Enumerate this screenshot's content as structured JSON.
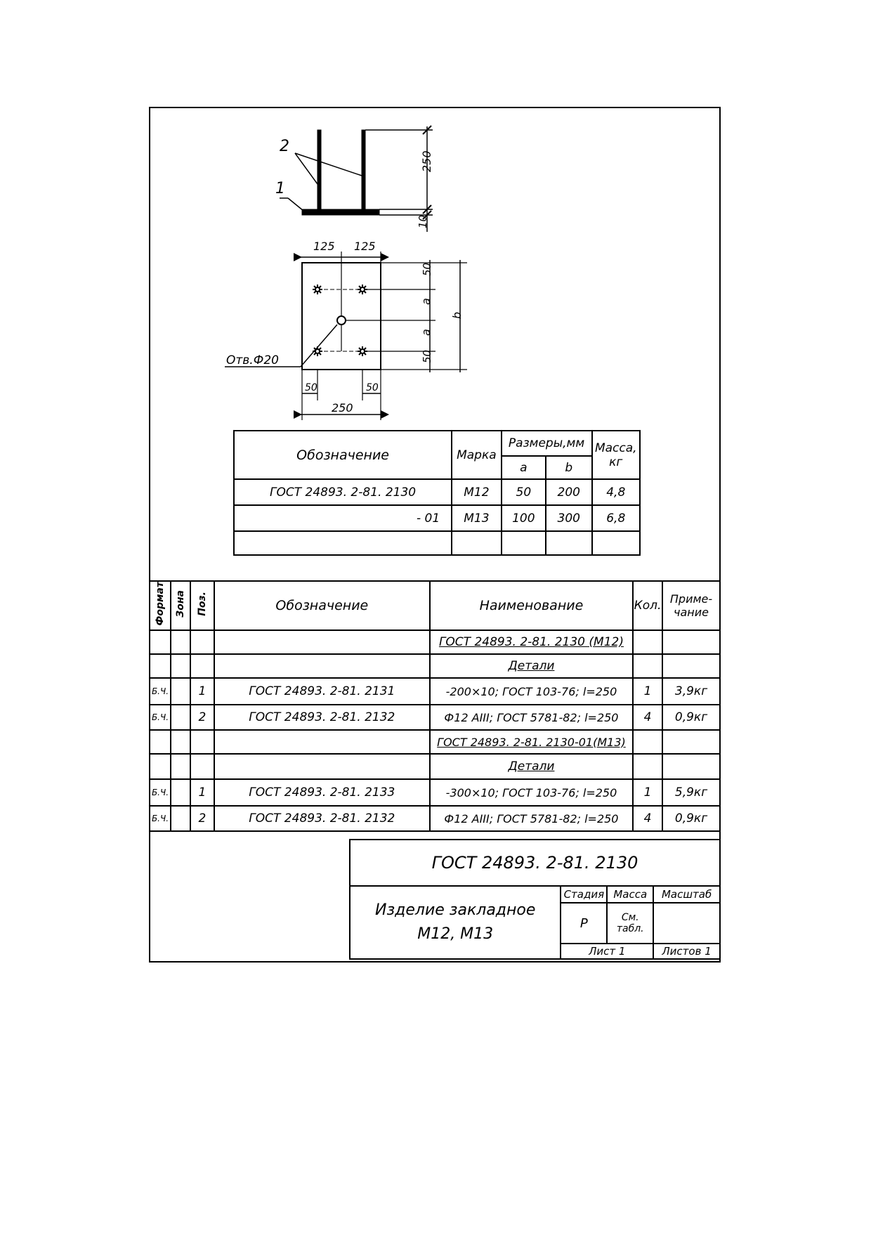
{
  "drawing": {
    "side_view": {
      "callout_1": "1",
      "callout_2": "2",
      "dim_height": "250",
      "dim_plate": "10"
    },
    "plan_view": {
      "dim_125_left": "125",
      "dim_125_right": "125",
      "dim_50_top": "50",
      "dim_a_1": "a",
      "dim_a_2": "a",
      "dim_50_bottom": "50",
      "dim_b": "b",
      "dim_50_left": "50",
      "dim_50_right": "50",
      "dim_250": "250",
      "hole_label": "Отв.Ф20"
    }
  },
  "size_table": {
    "headers": {
      "designation": "Обозначение",
      "mark": "Марка",
      "sizes": "Размеры,мм",
      "a": "a",
      "b": "b",
      "mass": "Масса, кг"
    },
    "rows": [
      {
        "designation": "ГОСТ 24893. 2-81. 2130",
        "mark": "М12",
        "a": "50",
        "b": "200",
        "mass": "4,8"
      },
      {
        "designation": "- 01",
        "mark": "М13",
        "a": "100",
        "b": "300",
        "mass": "6,8"
      },
      {
        "designation": "",
        "mark": "",
        "a": "",
        "b": "",
        "mass": ""
      }
    ]
  },
  "spec_table": {
    "headers": {
      "format": "Формат",
      "zone": "Зона",
      "pos": "Поз.",
      "designation": "Обозначение",
      "name": "Наименование",
      "qty": "Кол.",
      "note": "Приме- чание"
    },
    "rows": [
      {
        "format": "",
        "pos": "",
        "designation": "",
        "name": "ГОСТ 24893. 2-81. 2130 (М12)",
        "qty": "",
        "note": "",
        "name_style": "underline"
      },
      {
        "format": "",
        "pos": "",
        "designation": "",
        "name": "Детали",
        "qty": "",
        "note": "",
        "name_style": "underline"
      },
      {
        "format": "Б.Ч.",
        "pos": "1",
        "designation": "ГОСТ 24893. 2-81. 2131",
        "name": "-200×10; ГОСТ 103-76; l=250",
        "qty": "1",
        "note": "3,9кг",
        "name_style": ""
      },
      {
        "format": "Б.Ч.",
        "pos": "2",
        "designation": "ГОСТ 24893. 2-81. 2132",
        "name": "Ф12 АIII; ГОСТ 5781-82; l=250",
        "qty": "4",
        "note": "0,9кг",
        "name_style": ""
      },
      {
        "format": "",
        "pos": "",
        "designation": "",
        "name": "ГОСТ 24893. 2-81. 2130-01(М13)",
        "qty": "",
        "note": "",
        "name_style": "underline"
      },
      {
        "format": "",
        "pos": "",
        "designation": "",
        "name": "Детали",
        "qty": "",
        "note": "",
        "name_style": "underline"
      },
      {
        "format": "Б.Ч.",
        "pos": "1",
        "designation": "ГОСТ 24893. 2-81. 2133",
        "name": "-300×10; ГОСТ 103-76; l=250",
        "qty": "1",
        "note": "5,9кг",
        "name_style": ""
      },
      {
        "format": "Б.Ч.",
        "pos": "2",
        "designation": "ГОСТ 24893. 2-81. 2132",
        "name": "Ф12 АIII; ГОСТ 5781-82; l=250",
        "qty": "4",
        "note": "0,9кг",
        "name_style": ""
      }
    ]
  },
  "title_block": {
    "code": "ГОСТ 24893. 2-81. 2130",
    "product_line1": "Изделие закладное",
    "product_line2": "М12, М13",
    "stage_label": "Стадия",
    "mass_label": "Масса",
    "scale_label": "Масштаб",
    "stage_value": "Р",
    "mass_value": "См. табл.",
    "scale_value": "",
    "sheet_label": "Лист 1",
    "sheets_label": "Листов 1"
  }
}
